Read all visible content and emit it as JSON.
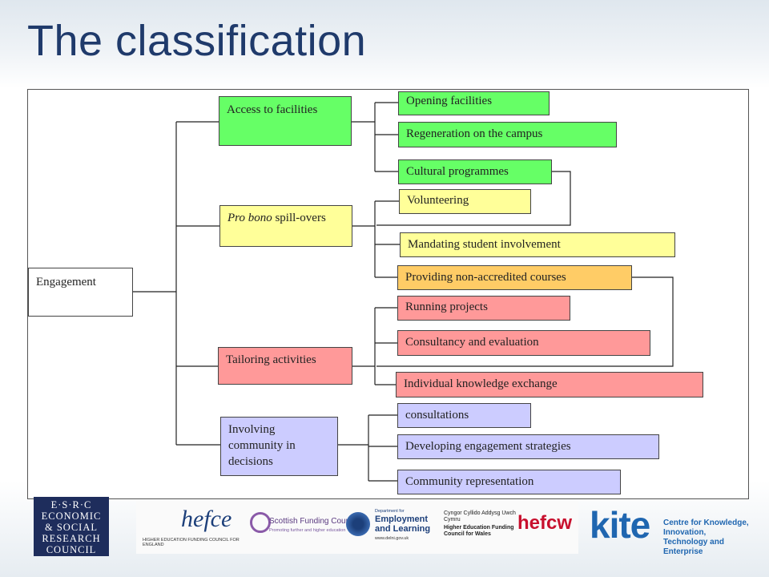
{
  "title": "The classification",
  "root": "Engagement",
  "categories": [
    {
      "label": "Access to facilities",
      "color": "#66ff66"
    },
    {
      "label_em": "Pro bono",
      "label_rest": " spill-overs",
      "color": "#ffff99"
    },
    {
      "label": "Tailoring activities",
      "color": "#ff9999"
    },
    {
      "label": "Involving community in decisions",
      "color": "#ccccff"
    }
  ],
  "leaves": [
    "Opening facilities",
    "Regeneration on the campus",
    "Cultural programmes",
    "Volunteering",
    "Mandating student involvement",
    "Providing non-accredited courses",
    "Running projects",
    "Consultancy and evaluation",
    "Individual knowledge exchange",
    "consultations",
    "Developing engagement strategies",
    "Community representation"
  ],
  "logos": {
    "esrc": [
      "E·S·R·C",
      "ECONOMIC",
      "& SOCIAL",
      "RESEARCH",
      "COUNCIL"
    ],
    "hefce": "hefce",
    "hefce_sub": "HIGHER EDUCATION FUNDING COUNCIL FOR ENGLAND",
    "sfc": "Scottish Funding Council",
    "sfc_sub": "Promoting further and higher education",
    "del_top": "Department for",
    "del": "Employment and Learning",
    "del_url": "www.delni.gov.uk",
    "hefcw_welsh": "Cyngor Cyllido Addysg Uwch Cymru",
    "hefcw_en": "Higher Education Funding Council for Wales",
    "hefcw": "hefcw",
    "kite": "kite",
    "kite_sub": "Centre for Knowledge, Innovation, Technology and Enterprise"
  }
}
